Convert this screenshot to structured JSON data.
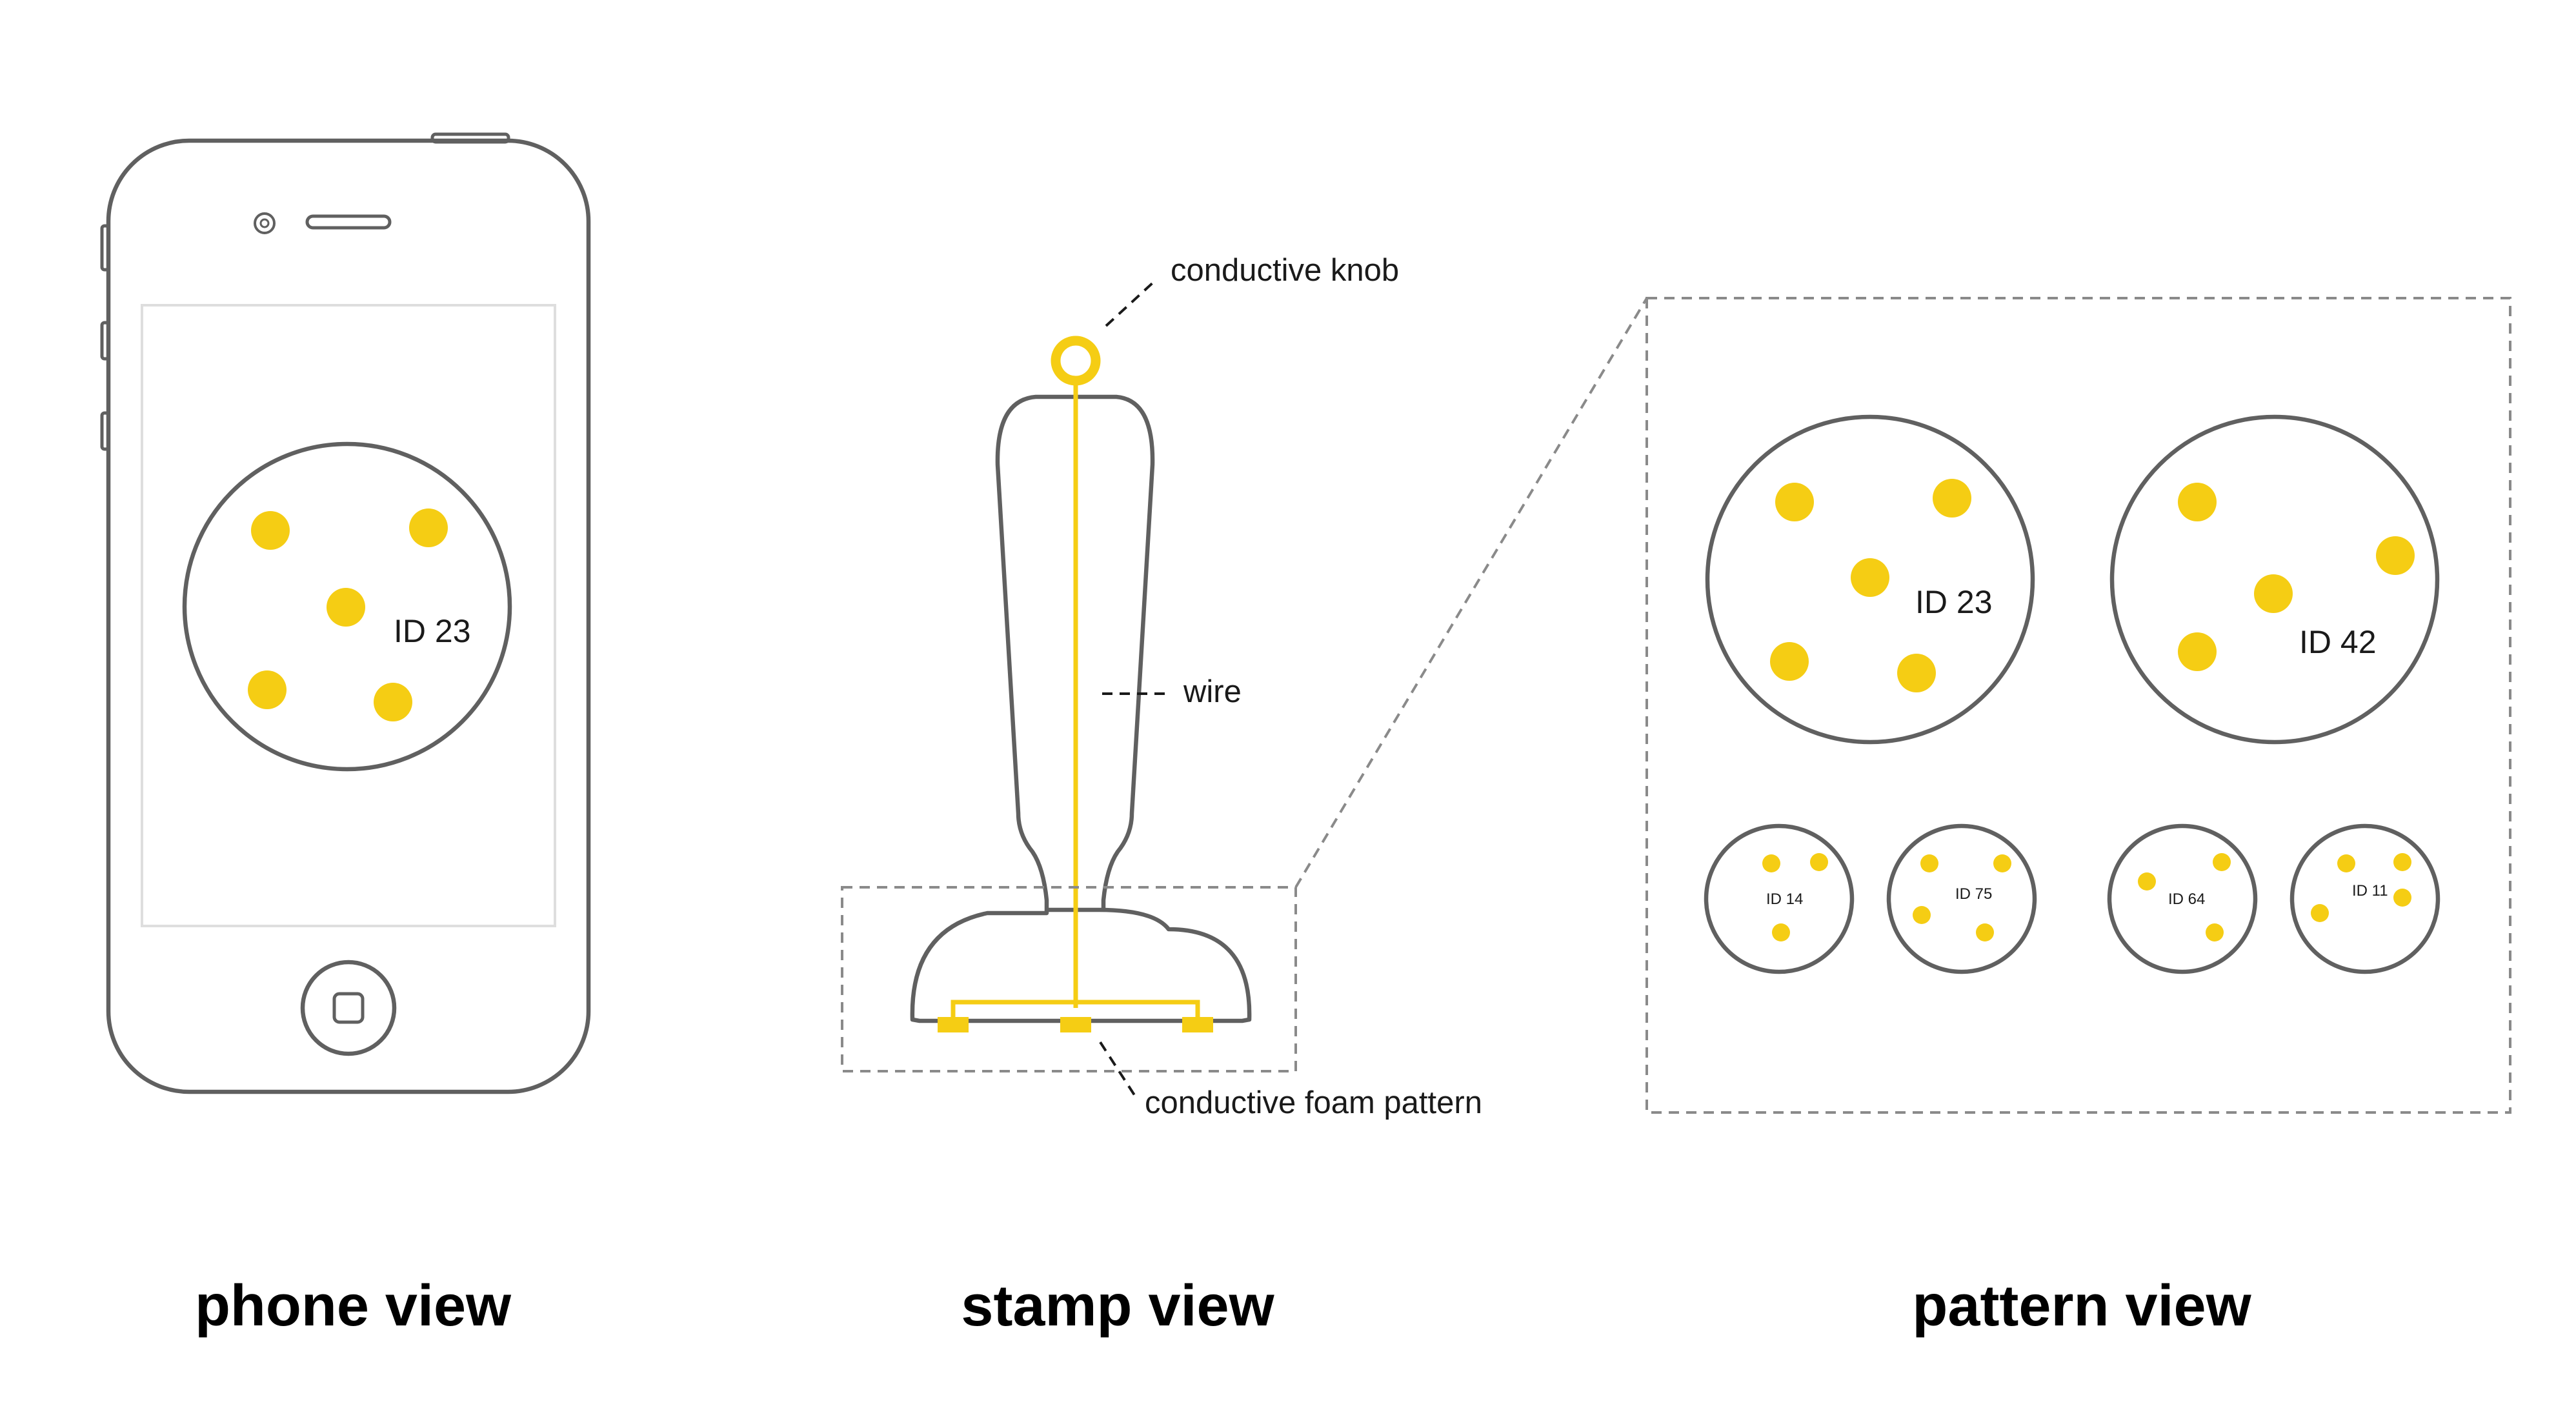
{
  "colors": {
    "accent_yellow": "#f5cd14",
    "outline_gray": "#606060",
    "dashed_gray": "#8a8a8a",
    "text": "#1a1a1a",
    "background": "#ffffff"
  },
  "phone_view": {
    "title": "phone view",
    "screen_pattern": {
      "id_label": "ID 23",
      "dot_count": 5
    }
  },
  "stamp_view": {
    "title": "stamp view",
    "labels": {
      "knob": "conductive knob",
      "wire": "wire",
      "foam": "conductive foam pattern"
    }
  },
  "pattern_view": {
    "title": "pattern view",
    "large_patterns": [
      {
        "id_label": "ID 23",
        "dot_count": 5
      },
      {
        "id_label": "ID 42",
        "dot_count": 4
      }
    ],
    "small_patterns": [
      {
        "id_label": "ID 14",
        "dot_count": 3
      },
      {
        "id_label": "ID 75",
        "dot_count": 4
      },
      {
        "id_label": "ID 64",
        "dot_count": 3
      },
      {
        "id_label": "ID 11",
        "dot_count": 4
      }
    ]
  }
}
